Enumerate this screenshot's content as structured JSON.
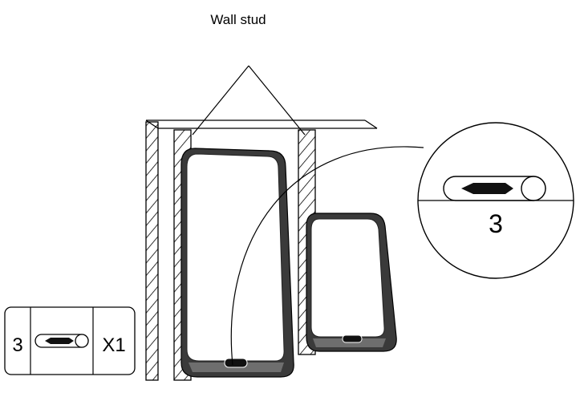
{
  "callout": {
    "label": "Wall stud"
  },
  "zoom_detail": {
    "part_number": "3"
  },
  "parts_legend": {
    "part_number": "3",
    "quantity": "X1"
  },
  "colors": {
    "line": "#000000",
    "bracket_dark": "#3a3a3a",
    "bracket_mid": "#6e6e6e",
    "background": "#ffffff"
  }
}
